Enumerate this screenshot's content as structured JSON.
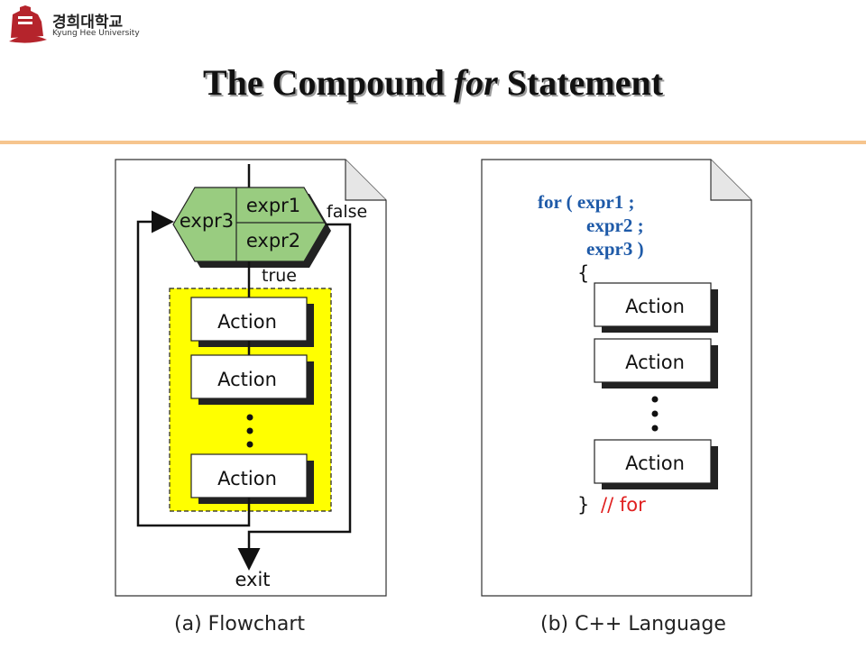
{
  "header": {
    "university_korean": "경희대학교",
    "university_english": "Kyung Hee University"
  },
  "slide": {
    "title_pre": "The Compound ",
    "title_em": "for",
    "title_post": " Statement"
  },
  "flowchart": {
    "expr1": "expr1",
    "expr2": "expr2",
    "expr3": "expr3",
    "false_label": "false",
    "true_label": "true",
    "actions": [
      "Action",
      "Action",
      "Action"
    ],
    "exit_label": "exit",
    "caption": "(a) Flowchart"
  },
  "code": {
    "line1": "for ( expr1 ;",
    "line2": "expr2 ;",
    "line3": "expr3  )",
    "open_brace": "{",
    "actions": [
      "Action",
      "Action",
      "Action"
    ],
    "close_brace": "}",
    "comment": "// for",
    "caption": "(b) C++ Language"
  },
  "colors": {
    "hexagon": "#99cc80",
    "loop_body": "#ffff00",
    "keyword": "#1e5aa8",
    "comment": "#e02020",
    "rule": "#f6c58e"
  }
}
